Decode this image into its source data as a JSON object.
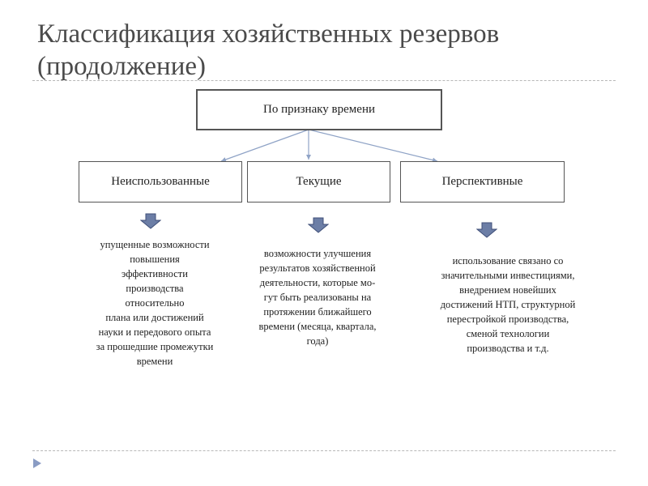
{
  "slide": {
    "title_line1": "Классификация хозяйственных резервов",
    "title_line2": "(продолжение)"
  },
  "diagram": {
    "root": "По признаку времени",
    "categories": [
      {
        "label": "Неиспользованные",
        "description_lines": [
          "упущенные возможности",
          "повышения",
          "эффективности",
          "производства",
          "относительно",
          "плана или достижений",
          "науки и передового опыта",
          "за прошедшие промежутки",
          "времени"
        ]
      },
      {
        "label": "Текущие",
        "description_lines": [
          "возможности улучшения",
          "результатов хозяйственной",
          "деятельности, которые мо-",
          "гут быть реализованы на",
          "протяжении ближайшего",
          "времени (месяца, квартала,",
          "года)"
        ]
      },
      {
        "label": "Перспективные",
        "description_lines": [
          "использование связано со",
          "значительными инвестициями,",
          "внедрением новейших",
          "достижений НТП, структурной",
          "перестройкой производства,",
          "сменой технологии",
          "производства и т.д."
        ]
      }
    ]
  },
  "colors": {
    "box_border": "#555555",
    "connector": "#8fa3c6",
    "down_arrow_fill": "#6c7ea6",
    "down_arrow_stroke": "#3f4f78",
    "title_text": "#4a4a4a",
    "nav_arrow": "#8a9cc4"
  }
}
